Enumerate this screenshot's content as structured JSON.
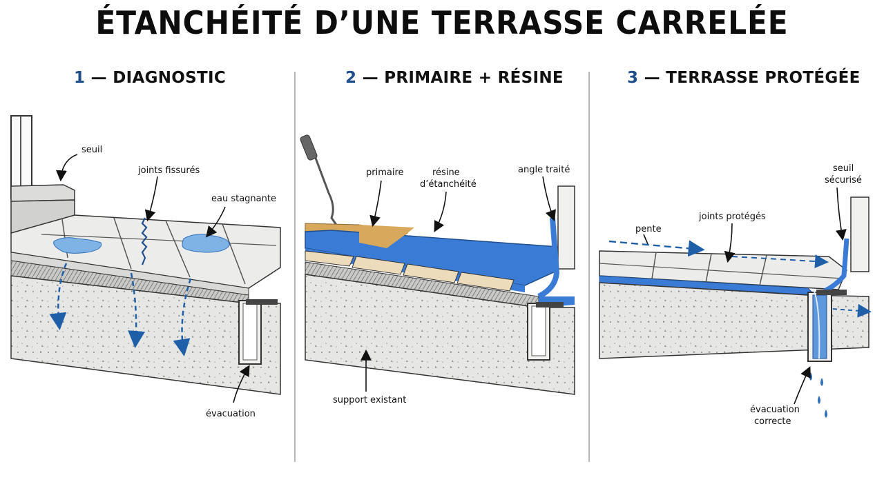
{
  "title": "ÉTANCHÉITÉ D’UNE TERRASSE CARRELÉE",
  "panels": [
    {
      "number": "1",
      "heading": "DIAGNOSTIC",
      "labels": {
        "seuil": "seuil",
        "joints": "joints fissurés",
        "eau": "eau stagnante",
        "evacuation": "évacuation"
      }
    },
    {
      "number": "2",
      "heading": "PRIMAIRE + RÉSINE",
      "labels": {
        "primaire": "primaire",
        "resine_1": "résine",
        "resine_2": "d’étanchéité",
        "angle": "angle traité",
        "support": "support existant"
      }
    },
    {
      "number": "3",
      "heading": "TERRASSE PROTÉGÉE",
      "labels": {
        "seuil_1": "seuil",
        "seuil_2": "sécurisé",
        "pente": "pente",
        "joints": "joints protégés",
        "evac_1": "évacuation",
        "evac_2": "correcte"
      }
    }
  ],
  "colors": {
    "accent_blue": "#1f5fa8",
    "resin_blue": "#3a7bd5",
    "concrete": "#e4e4e2",
    "tile": "#ececea",
    "primer": "#d8a85c"
  }
}
